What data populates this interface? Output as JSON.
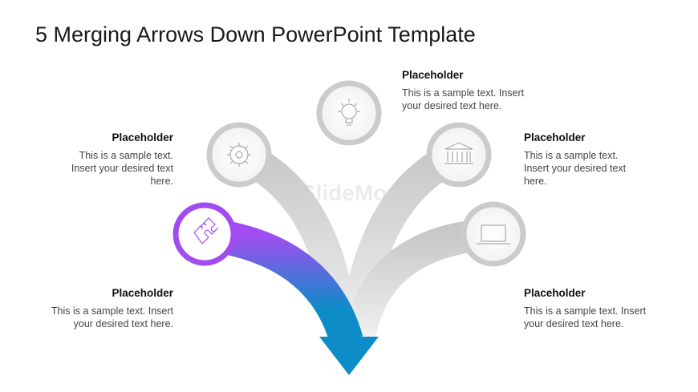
{
  "title": "5 Merging Arrows Down PowerPoint Template",
  "watermark": "SlideModel",
  "blocks": [
    {
      "heading": "Placeholder",
      "text": "This is a sample text. Insert your desired text here."
    },
    {
      "heading": "Placeholder",
      "text": "This is a sample text. Insert your desired text here."
    },
    {
      "heading": "Placeholder",
      "text": "This is a sample text. Insert your desired text here."
    },
    {
      "heading": "Placeholder",
      "text": "This is a sample text. Insert your desired text here."
    },
    {
      "heading": "Placeholder",
      "text": "This is a sample text. Insert your desired text here."
    }
  ],
  "icons": [
    "puzzle-icon",
    "gear-icon",
    "lightbulb-icon",
    "bank-icon",
    "laptop-icon"
  ],
  "colors": {
    "accent_top": "#a24cf0",
    "accent_bottom": "#0e8cc8",
    "gray": "#cfcfcf"
  }
}
